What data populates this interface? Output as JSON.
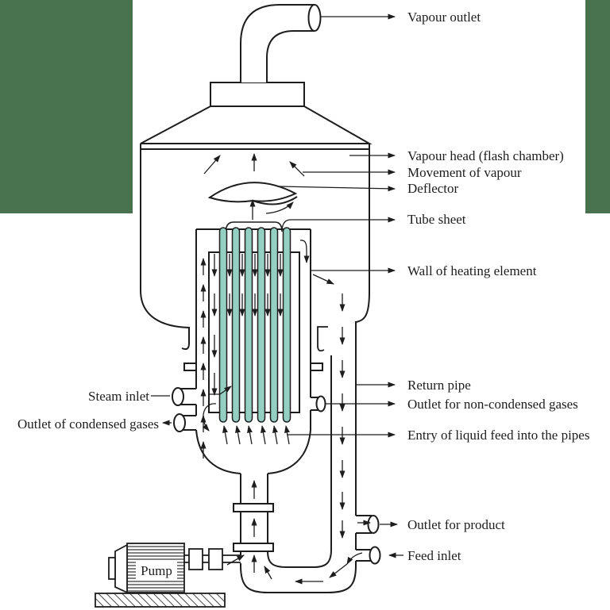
{
  "figure": {
    "labels": {
      "vapour_outlet": "Vapour outlet",
      "vapour_head": "Vapour head (flash chamber)",
      "movement_of_vapour": "Movement of vapour",
      "deflector": "Deflector",
      "tube_sheet": "Tube sheet",
      "wall_of_heating_element": "Wall of heating element",
      "return_pipe": "Return pipe",
      "outlet_non_condensed_gases": "Outlet for non-condensed gases",
      "entry_of_liquid_feed": "Entry of liquid feed into the pipes",
      "steam_inlet": "Steam inlet",
      "outlet_of_condensed_gases": "Outlet of condensed gases",
      "outlet_for_product": "Outlet for product",
      "feed_inlet": "Feed inlet",
      "pump": "Pump"
    },
    "colors": {
      "line": "#1d1d1d",
      "tube_fill": "#93cfc2",
      "background": "#ffffff",
      "mask_green": "#49724e"
    }
  }
}
